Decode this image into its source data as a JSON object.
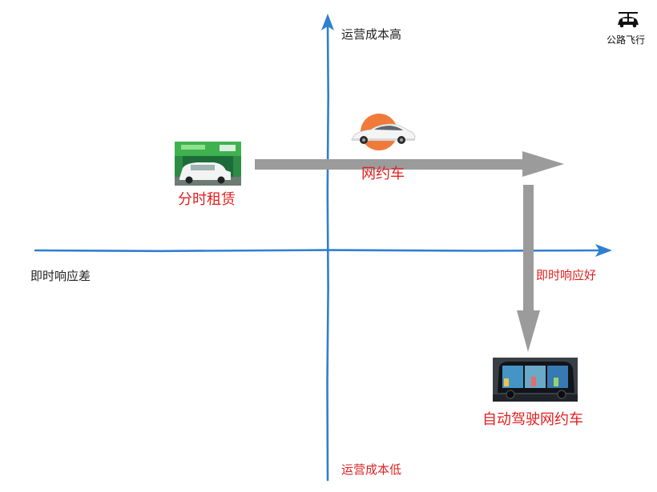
{
  "colors": {
    "axis": "#2f7fd0",
    "arrow": "#9b9b9b",
    "label_red": "#e02020",
    "label_dark": "#222222",
    "badge_orange": "#f07a3a"
  },
  "axes": {
    "y_top": "运营成本高",
    "y_bottom": "运营成本低",
    "x_left": "即时响应差",
    "x_right": "即时响应好"
  },
  "items": {
    "time_share": "分时租赁",
    "ride_hailing": "网约车",
    "autonomous": "自动驾驶网约车"
  },
  "corner": {
    "label": "公路飞行",
    "icon": "flying-car-icon"
  },
  "images": {
    "time_share": "green-station-photo",
    "ride_hailing": "sedan-on-orange-badge",
    "autonomous": "autonomous-shuttle-photo"
  }
}
